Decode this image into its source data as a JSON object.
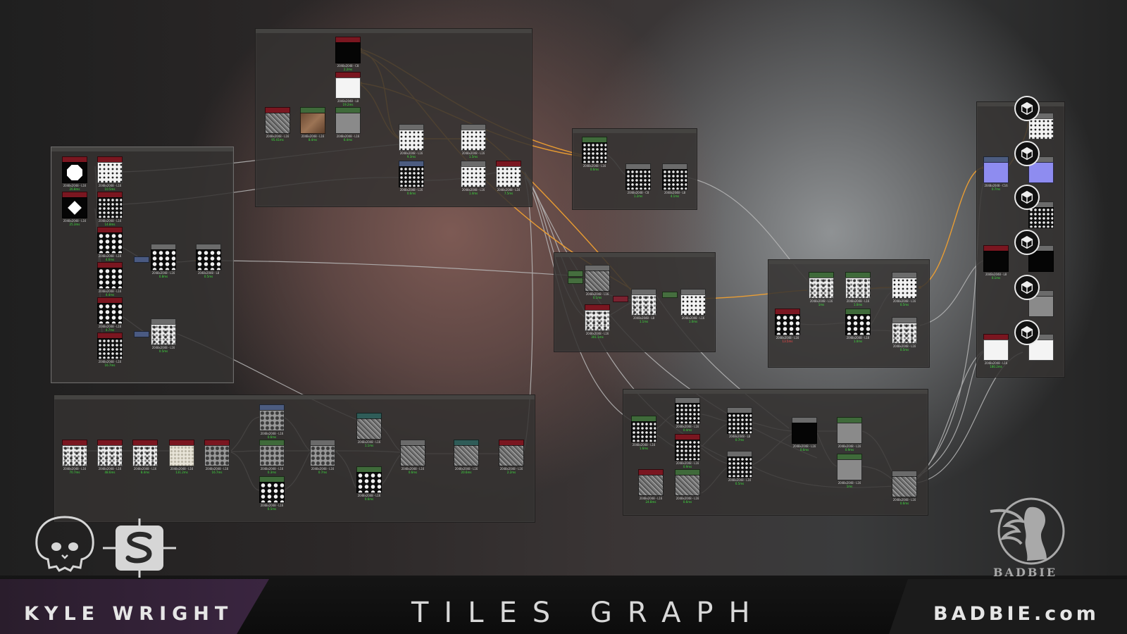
{
  "footer": {
    "author": "KYLE WRIGHT",
    "title": "TILES GRAPH",
    "site": "BADBIE.com",
    "brand": "BADBIE"
  },
  "icons": {
    "monkey_logo": "monkey-skull-icon",
    "substance_logo": "substance-designer-icon",
    "badbie_logo": "winged-figure-icon",
    "output": "cube-output-icon"
  },
  "colors": {
    "wire_gray": "#b9b9b9",
    "wire_orange": "#f0a030",
    "time_ok": "#3fe03f",
    "time_slow": "#ff4a4a"
  },
  "nodes": {
    "res": "2048x2048 - 16"
  }
}
